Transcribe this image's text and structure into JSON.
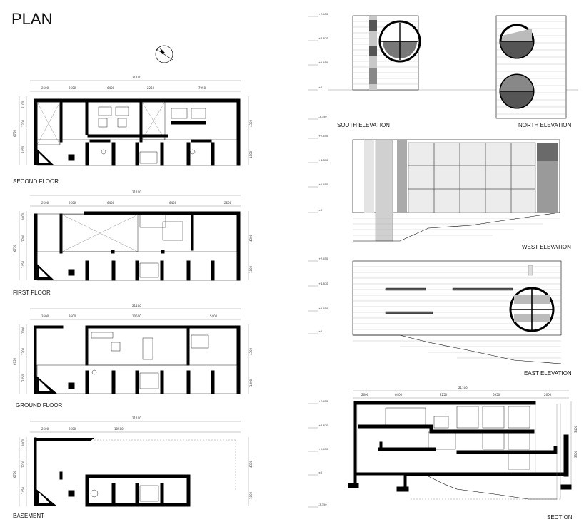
{
  "title": "PLAN",
  "plans": [
    {
      "label": "SECOND FLOOR",
      "overall": "21100",
      "top_dims": [
        "2600",
        "2600",
        "6400",
        "2250",
        "7950"
      ],
      "side_left": [
        "2100",
        "2200",
        "2450"
      ],
      "side_total": "6750",
      "side_right": [
        "4300",
        "1800"
      ]
    },
    {
      "label": "FIRST FLOOR",
      "overall": "21100",
      "top_dims": [
        "2600",
        "2600",
        "6400",
        "6400",
        "2600"
      ],
      "side_left": [
        "1000",
        "2200",
        "2450"
      ],
      "side_total": "6750",
      "side_right": [
        "4300",
        "1800"
      ]
    },
    {
      "label": "GROUND FLOOR",
      "overall": "21100",
      "top_dims": [
        "2600",
        "2600",
        "10500",
        "5400"
      ],
      "side_left": [
        "1000",
        "2200",
        "2450"
      ],
      "side_total": "6750",
      "side_right": [
        "4300",
        "1800"
      ]
    },
    {
      "label": "BASEMENT",
      "overall": "21100",
      "top_dims": [
        "2600",
        "2600",
        "10500"
      ],
      "side_left": [
        "1000",
        "2200",
        "2450"
      ],
      "side_total": "6750",
      "side_right": [
        "4300",
        "1800"
      ]
    }
  ],
  "elevations": [
    {
      "label": "SOUTH ELEVATION"
    },
    {
      "label": "NORTH ELEVATION"
    },
    {
      "label": "WEST ELEVATION"
    },
    {
      "label": "EAST ELEVATION"
    }
  ],
  "section": {
    "label": "SECTION",
    "overall": "21100",
    "top_dims": [
      "2600",
      "6400",
      "2250",
      "6950",
      "2600"
    ],
    "side_dims": [
      "3400",
      "3300"
    ]
  },
  "levels": [
    "+7.450",
    "+4.870",
    "+2.450",
    "±0",
    "-3.350"
  ]
}
